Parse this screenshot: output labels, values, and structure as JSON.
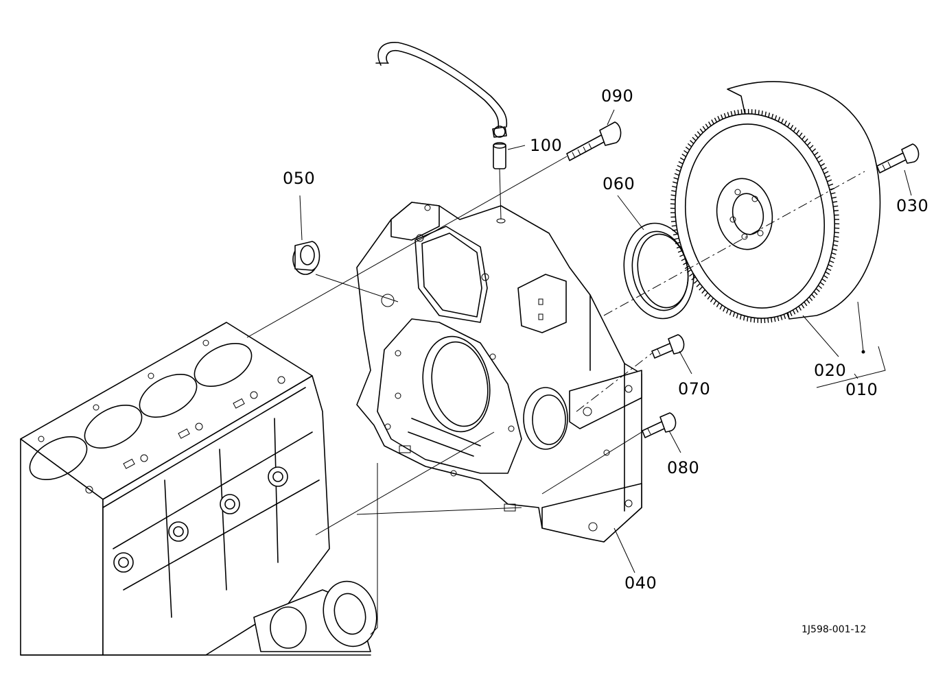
{
  "labels": {
    "p010": "010",
    "p020": "020",
    "p030": "030",
    "p040": "040",
    "p050": "050",
    "p060": "060",
    "p070": "070",
    "p080": "080",
    "p090": "090",
    "p100": "100"
  },
  "drawing_code": "1J598-001-12"
}
